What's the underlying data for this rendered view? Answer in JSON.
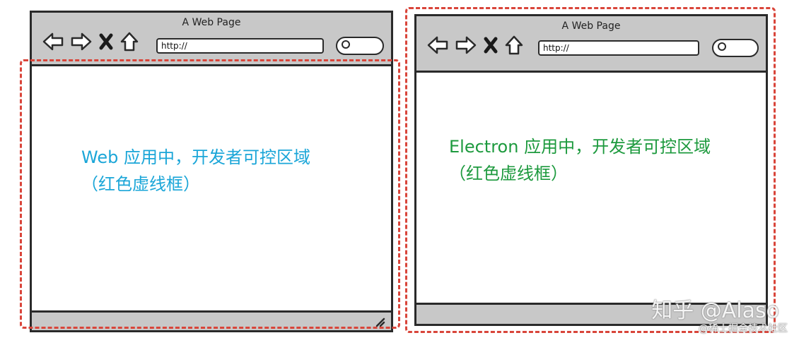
{
  "left_browser": {
    "title": "A Web Page",
    "url": "http://",
    "caption_line1": "Web 应用中，开发者可控区域",
    "caption_line2": "（红色虚线框）"
  },
  "right_browser": {
    "title": "A Web Page",
    "url": "http://",
    "caption_line1": "Electron 应用中，开发者可控区域",
    "caption_line2": "（红色虚线框）"
  },
  "icons": [
    "back-arrow-icon",
    "forward-arrow-icon",
    "close-icon",
    "home-icon",
    "search-icon"
  ],
  "colors": {
    "highlight_dash": "#d9453a",
    "web_caption": "#1ba6d8",
    "electron_caption": "#1d9a3e",
    "chrome_gray": "#c8c8c8"
  },
  "watermark": {
    "line1": "知乎 @Alaso",
    "line2": "@稀土掘金技术社区"
  }
}
